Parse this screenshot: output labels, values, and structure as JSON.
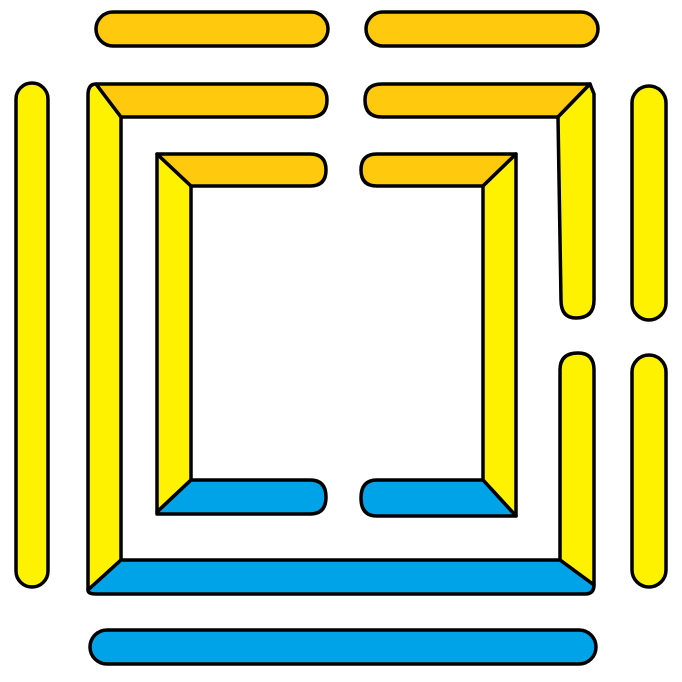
{
  "colors": {
    "yellow": "#FFF200",
    "orange": "#FFC90E",
    "blue": "#00A2E8",
    "outline": "#000000",
    "background": "#FFFFFF"
  },
  "pieces": {
    "outer_top_bars": [
      "orange",
      "orange"
    ],
    "outer_left_bar": "yellow",
    "outer_right_bars": [
      "yellow",
      "yellow"
    ],
    "outer_bottom_bar": "blue",
    "middle_frame": {
      "top": "orange",
      "left": "yellow",
      "right": "yellow",
      "bottom": "blue"
    },
    "inner_frame": {
      "top": "orange",
      "left": "yellow",
      "right": "yellow",
      "bottom": "blue"
    }
  }
}
